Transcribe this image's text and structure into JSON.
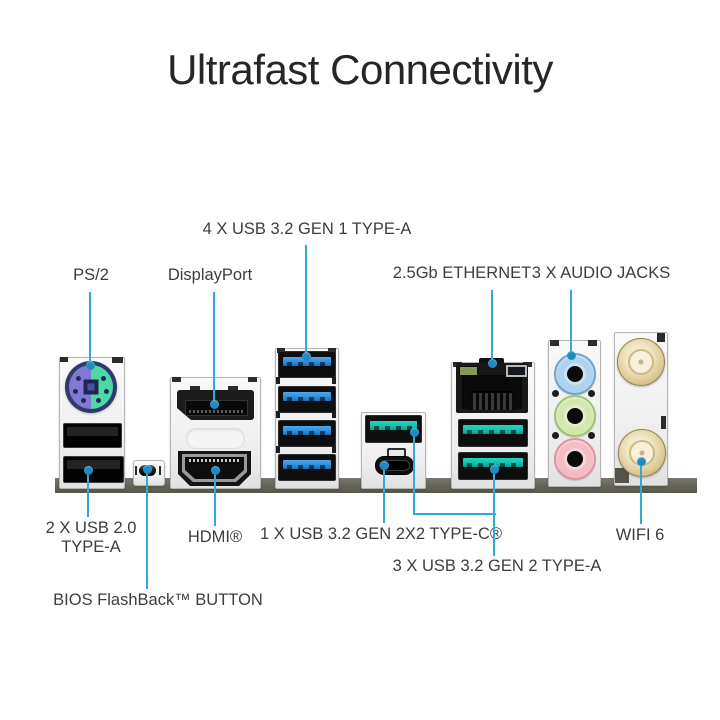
{
  "title": "Ultrafast Connectivity",
  "labels_top": {
    "ps2": "PS/2",
    "displayport": "DisplayPort",
    "usb32_gen1": "4 X USB 3.2 GEN 1 TYPE-A",
    "ethernet": "2.5Gb ETHERNET",
    "audio": "3 X AUDIO JACKS"
  },
  "labels_bottom": {
    "usb20_line1": "2 X USB 2.0",
    "usb20_line2": "TYPE-A",
    "hdmi": "HDMI®",
    "typec": "1 X USB 3.2 GEN 2X2 TYPE-C®",
    "usb32_gen2": "3 X USB 3.2 GEN 2 TYPE-A",
    "wifi": "WIFI 6",
    "bios": "BIOS FlashBack™ BUTTON"
  },
  "ports": [
    "ps2-combo-port",
    "usb2-port",
    "usb2-port",
    "bios-flashback-button",
    "displayport-port",
    "hdmi-port",
    "usb3-gen1-port",
    "usb3-gen1-port",
    "usb3-gen1-port",
    "usb3-gen1-port",
    "usb3-gen2-type-a-port",
    "usb3-gen2x2-type-c-port",
    "rj45-ethernet-port",
    "usb3-gen2-type-a-port",
    "usb3-gen2-type-a-port",
    "audio-jack-line-in",
    "audio-jack-line-out",
    "audio-jack-mic",
    "wifi-antenna-connector",
    "wifi-antenna-connector"
  ],
  "colors": {
    "leader_line": "#35a7d9",
    "leader_dot": "#1e8bc3",
    "usb_gen1_tongue_blue": "#2e8fdc",
    "usb_gen2_tongue_teal": "#17c0ae",
    "ps2_purple": "#8379d2",
    "ps2_green": "#4fd8a4",
    "audio_line_in_blue": "#aed3ee",
    "audio_line_out_green": "#d3e7ae",
    "audio_mic_pink": "#f4bcc4",
    "wifi_gold": "#e9dcb2",
    "panel_silver": "#efefef",
    "board_edge_gray": "#67665c",
    "title_text": "#262626",
    "label_text": "#3d3d3d"
  }
}
